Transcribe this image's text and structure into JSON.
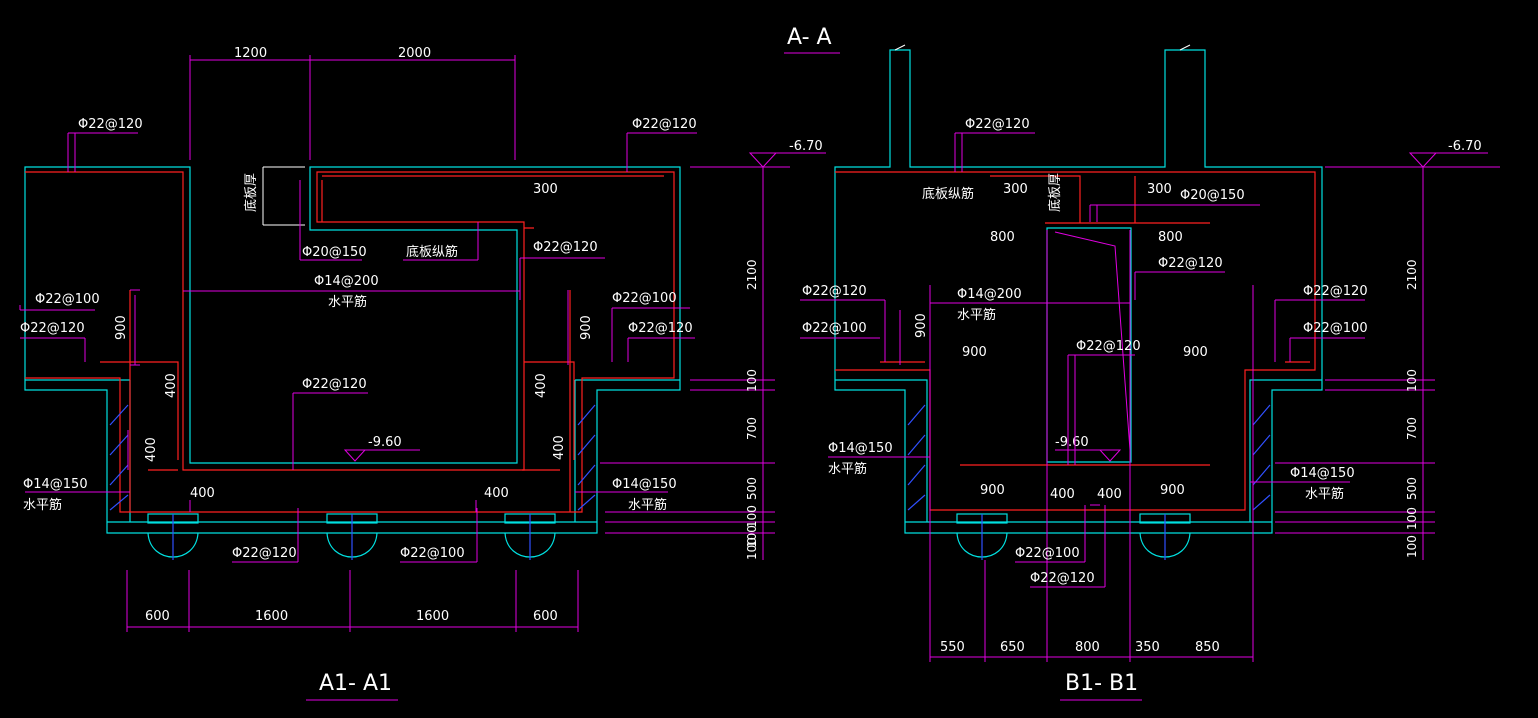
{
  "titles": {
    "top": "A- A",
    "left": "A1- A1",
    "right": "B1- B1"
  },
  "left": {
    "top_dims": [
      "1200",
      "2000"
    ],
    "bottom_dims": [
      "600",
      "1600",
      "1600",
      "600"
    ],
    "right_dims": [
      "2100",
      "100",
      "700",
      "500",
      "100",
      "100",
      "100"
    ],
    "elevations": [
      "-6.70",
      "-9.60"
    ],
    "labels": {
      "tl_rebar": "Φ22@120",
      "tr_rebar": "Φ22@120",
      "slab_label_v": "底板厚",
      "d300": "300",
      "phi20": "Φ20@150",
      "slab_bar": "底板纵筋",
      "phi22_120_mid": "Φ22@120",
      "phi14_200": "Φ14@200",
      "horiz1": "水平筋",
      "l_phi22_100": "Φ22@100",
      "l_phi22_120": "Φ22@120",
      "d900_l": "900",
      "d400_l1": "400",
      "r_phi22_100": "Φ22@100",
      "r_phi22_120": "Φ22@120",
      "d900_r": "900",
      "d400_r1": "400",
      "phi22_120_bot": "Φ22@120",
      "d400_l2": "400",
      "d400_r2": "400",
      "phi14_150_l": "Φ14@150",
      "horiz_l": "水平筋",
      "d400_b1": "400",
      "d400_b2": "400",
      "phi14_150_r": "Φ14@150",
      "horiz_r": "水平筋",
      "pile1": "Φ22@120",
      "pile2": "Φ22@100"
    }
  },
  "right": {
    "bottom_dims": [
      "550",
      "650",
      "800",
      "350",
      "850"
    ],
    "right_dims": [
      "2100",
      "100",
      "700",
      "500",
      "100",
      "100"
    ],
    "elevations": [
      "-6.70",
      "-9.60"
    ],
    "labels": {
      "tl_rebar": "Φ22@120",
      "slab_bar": "底板纵筋",
      "d300_1": "300",
      "slab_v": "底板厚",
      "d300_2": "300",
      "phi20": "Φ20@150",
      "d800_1": "800",
      "d800_2": "800",
      "phi22_120_c": "Φ22@120",
      "l_phi22_120": "Φ22@120",
      "phi14_200": "Φ14@200",
      "horiz1": "水平筋",
      "l_phi22_100": "Φ22@100",
      "d900_v": "900",
      "d900_a": "900",
      "phi22_120_m": "Φ22@120",
      "d900_b": "900",
      "r_phi22_120": "Φ22@120",
      "r_phi22_100": "Φ22@100",
      "phi14_150_l": "Φ14@150",
      "horiz_l": "水平筋",
      "phi14_150_r": "Φ14@150",
      "horiz_r": "水平筋",
      "d900_c": "900",
      "d400_a": "400",
      "d400_b": "400",
      "d900_d": "900",
      "pile1": "Φ22@100",
      "pile2": "Φ22@120"
    }
  },
  "colors": {
    "background": "#000000",
    "dimension": "#e000e0",
    "rebar": "#ff2020",
    "outline": "#00e0e0",
    "hatch": "#3050ff",
    "text": "#ffffff"
  }
}
